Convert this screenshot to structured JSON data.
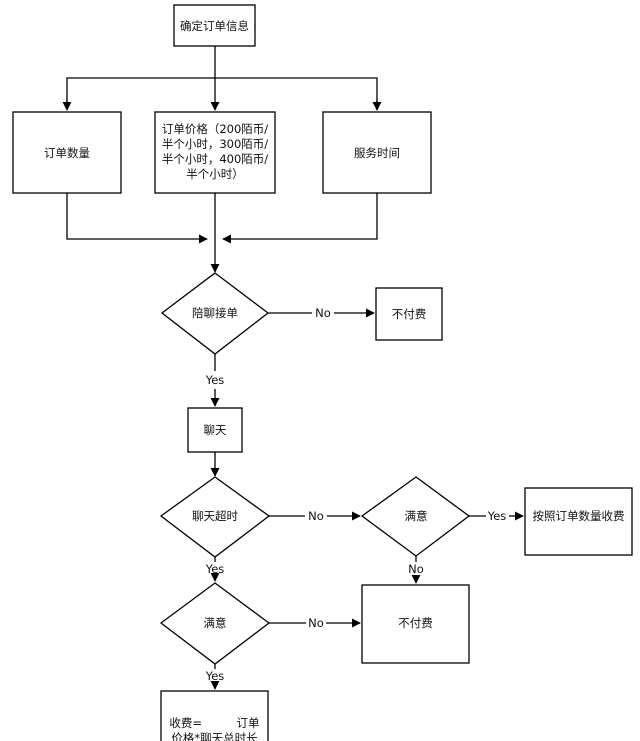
{
  "nodes": {
    "confirm_order": "确定订单信息",
    "order_quantity": "订单数量",
    "order_price": [
      "订单价格（200陌币/",
      "半个小时，300陌币/",
      "半个小时，400陌币/",
      "半个小时）"
    ],
    "service_time": "服务时间",
    "accept_order": "陪聊接单",
    "no_charge_1": "不付费",
    "chat": "聊天",
    "chat_timeout": "聊天超时",
    "satisfied_1": "满意",
    "charge_by_quantity": "按照订单数量收费",
    "satisfied_2": "满意",
    "no_charge_2": "不付费",
    "fee_formula": [
      "收费=　　　订单",
      "价格*聊天总时长"
    ]
  },
  "labels": {
    "no_1": "No",
    "yes_1": "Yes",
    "no_2": "No",
    "yes_2": "Yes",
    "no_3": "No",
    "yes_3": "Yes",
    "no_4": "No",
    "yes_4": "Yes"
  }
}
